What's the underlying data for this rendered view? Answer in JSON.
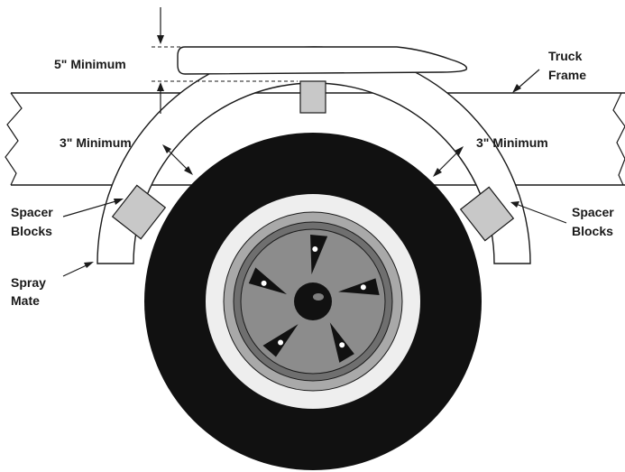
{
  "labels": {
    "min_5": "5\" Minimum",
    "min_3_left": "3\" Minimum",
    "min_3_right": "3\" Minimum",
    "truck_frame_line1": "Truck",
    "truck_frame_line2": "Frame",
    "spacer_left_line1": "Spacer",
    "spacer_left_line2": "Blocks",
    "spacer_right_line1": "Spacer",
    "spacer_right_line2": "Blocks",
    "spray_mate_line1": "Spray",
    "spray_mate_line2": "Mate"
  },
  "colors": {
    "line": "#1a1a1a",
    "tire": "#111111",
    "tire_rim_edge": "#eeeeee",
    "rim_outer": "#a9a9a9",
    "rim_mid": "#6f6f6f",
    "rim_face": "#8c8c8c",
    "spacer_block": "#c8c8c8"
  }
}
